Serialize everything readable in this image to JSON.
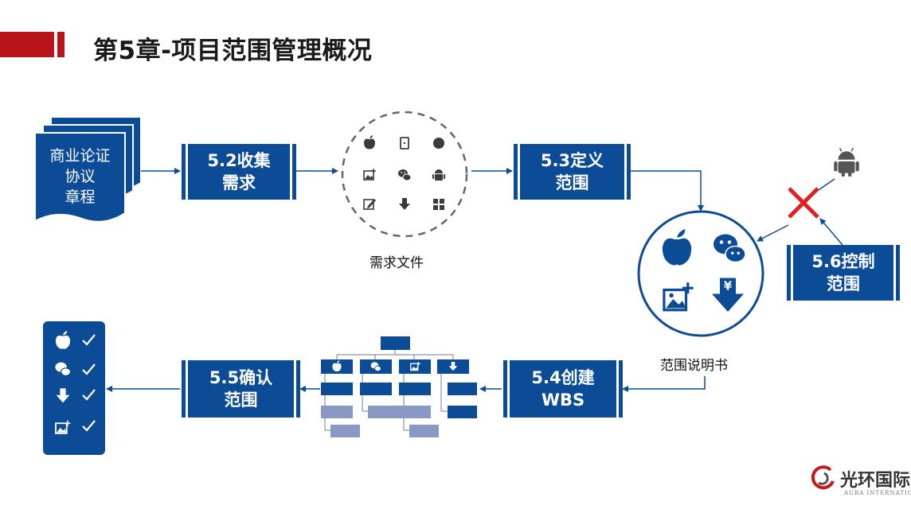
{
  "header": {
    "title": "第5章-项目范围管理概况"
  },
  "doc": {
    "line_text": "商业论证\n协议\n章程"
  },
  "steps": {
    "collect": "5.2收集\n需求",
    "define": "5.3定义\n范围",
    "wbs": "5.4创建\nWBS",
    "validate": "5.5确认\n范围",
    "control": "5.6控制\n范围"
  },
  "labels": {
    "requirements_doc": "需求文件",
    "scope_statement": "范围说明书"
  },
  "logo": {
    "name": "光环国际",
    "sub": "AURA INTERNATIONAL"
  },
  "colors": {
    "primary": "#0c4c96",
    "accent": "#b8141a",
    "reject": "#e02020"
  },
  "icons": {
    "requirements_circle": [
      "apple-icon",
      "tablet-icon",
      "compass-icon",
      "image-icon",
      "wechat-icon",
      "android-icon",
      "edit-icon",
      "download-icon",
      "apps-icon"
    ],
    "scope_circle": [
      "apple-icon",
      "wechat-icon",
      "image-icon",
      "yen-download-icon"
    ],
    "validated_list": [
      "apple-icon",
      "wechat-icon",
      "download-icon",
      "image-icon"
    ]
  }
}
